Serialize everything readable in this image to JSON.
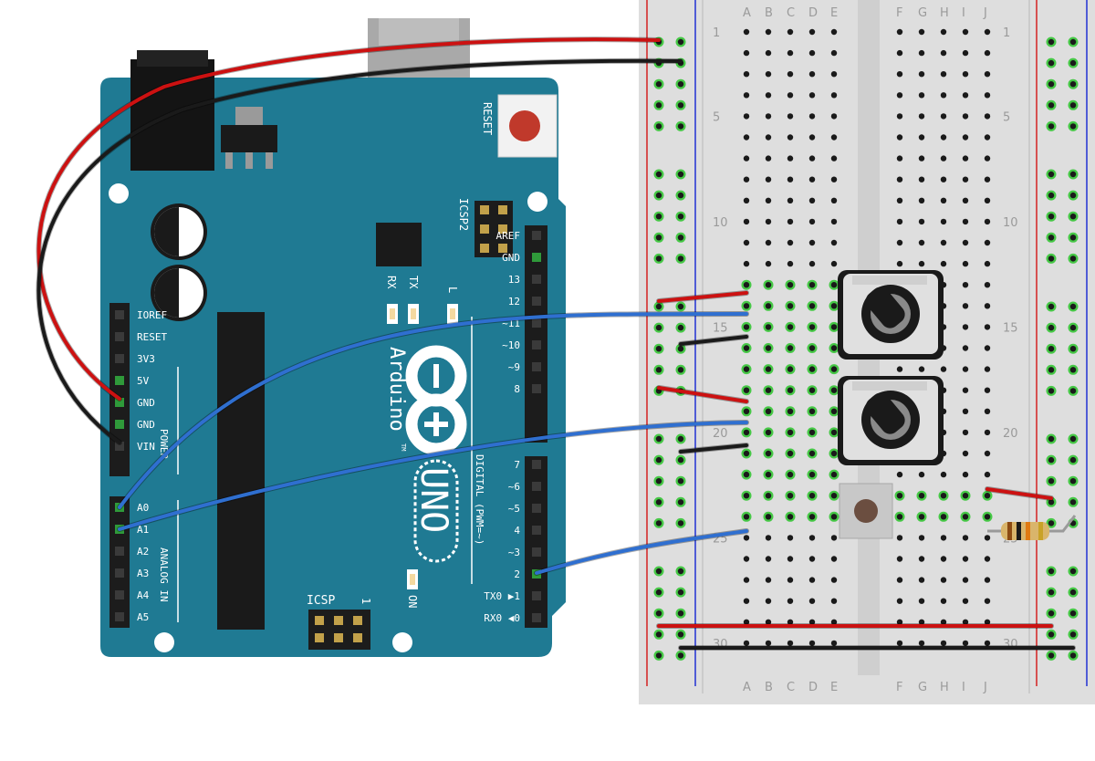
{
  "board": {
    "brand": "Arduino",
    "trademark": "TM",
    "model": "UNO",
    "reset_label": "RESET",
    "icsp_label": "ICSP",
    "icsp_one": "1",
    "icsp2_label": "ICSP2",
    "rx_label": "RX",
    "tx_label": "TX",
    "l_label": "L",
    "on_label": "ON",
    "power_header_label": "POWER",
    "analog_header_label": "ANALOG IN",
    "digital_header_label": "DIGITAL (PWM=~)",
    "power_pins": [
      "IOREF",
      "RESET",
      "3V3",
      "5V",
      "GND",
      "GND",
      "VIN"
    ],
    "analog_pins": [
      "A0",
      "A1",
      "A2",
      "A3",
      "A4",
      "A5"
    ],
    "digital_top_pins": [
      "AREF",
      "GND",
      "13",
      "12",
      "~11",
      "~10",
      "~9",
      "8"
    ],
    "digital_bottom_pins": [
      "7",
      "~6",
      "~5",
      "4",
      "~3",
      "2",
      "TX0 ▶1",
      "RX0 ◀0"
    ],
    "colors": {
      "board": "#1f7a93",
      "silkscreen": "#ffffff",
      "header": "#1c1c1c"
    }
  },
  "breadboard": {
    "column_letters_left": [
      "A",
      "B",
      "C",
      "D",
      "E"
    ],
    "column_letters_right": [
      "F",
      "G",
      "H",
      "I",
      "J"
    ],
    "row_numbers": [
      "1",
      "5",
      "10",
      "15",
      "20",
      "25",
      "30"
    ],
    "colors": {
      "body": "#dedede",
      "rail_positive": "#d42020",
      "rail_negative": "#2030d4",
      "hole": "#1a1a1a",
      "hole_active": "#46c846"
    }
  },
  "components": [
    {
      "kind": "potentiometer",
      "name": "potentiometer-1"
    },
    {
      "kind": "potentiometer",
      "name": "potentiometer-2"
    },
    {
      "kind": "pushbutton",
      "name": "pushbutton"
    },
    {
      "kind": "resistor",
      "name": "resistor",
      "bands": [
        "#8b4a12",
        "#1a1a1a",
        "#e07a12",
        "#c9a227"
      ]
    }
  ],
  "wires": [
    {
      "name": "wire-5v-to-rail",
      "color": "#cc1111",
      "from": "5V",
      "to": "breadboard power rail +"
    },
    {
      "name": "wire-gnd-to-rail",
      "color": "#1a1a1a",
      "from": "GND",
      "to": "breadboard power rail −"
    },
    {
      "name": "wire-a0-to-pot1",
      "color": "#2f6fd0",
      "from": "A0",
      "to": "potentiometer 1 wiper"
    },
    {
      "name": "wire-a1-to-pot2",
      "color": "#2f6fd0",
      "from": "A1",
      "to": "potentiometer 2 wiper"
    },
    {
      "name": "wire-d2-to-button",
      "color": "#2f6fd0",
      "from": "2",
      "to": "pushbutton"
    },
    {
      "name": "wire-pot1-vcc",
      "color": "#cc1111"
    },
    {
      "name": "wire-pot1-gnd",
      "color": "#1a1a1a"
    },
    {
      "name": "wire-pot2-vcc",
      "color": "#cc1111"
    },
    {
      "name": "wire-pot2-gnd",
      "color": "#1a1a1a"
    },
    {
      "name": "wire-button-vcc",
      "color": "#cc1111"
    },
    {
      "name": "wire-rail-bridge-pos",
      "color": "#cc1111"
    },
    {
      "name": "wire-rail-bridge-neg",
      "color": "#1a1a1a"
    }
  ]
}
